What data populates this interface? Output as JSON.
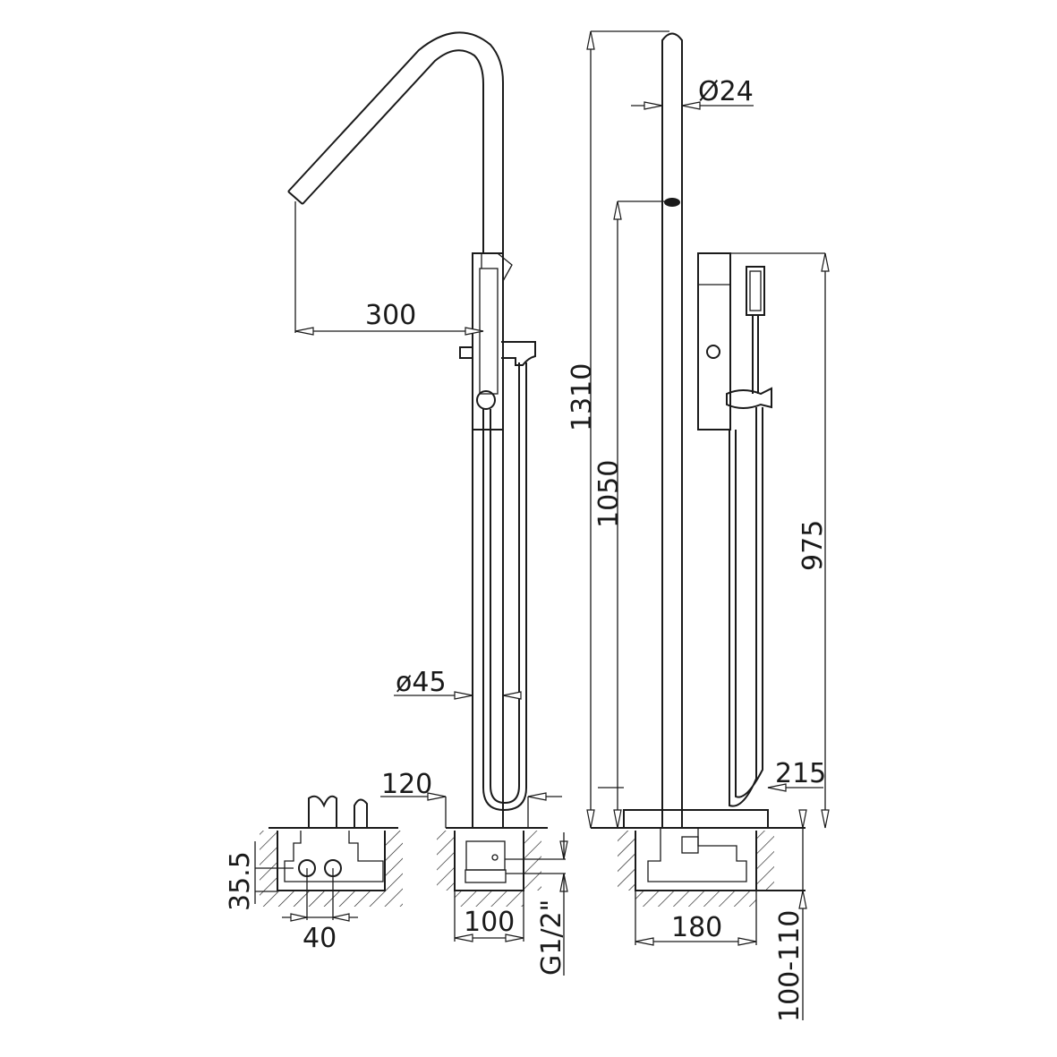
{
  "drawing": {
    "colors": {
      "line": "#1a1a1a",
      "background": "#ffffff"
    },
    "dimensions": {
      "spout_reach": "300",
      "total_height": "1310",
      "spout_height": "1050",
      "pipe_diameter": "Ø24",
      "hand_shower_height": "975",
      "column_diameter": "ø45",
      "hose_offset": "120",
      "hand_shower_offset": "215",
      "inlet_height": "35.5",
      "inlet_spacing": "40",
      "box_width_side": "100",
      "thread": "G1/2\"",
      "box_width_front": "180",
      "box_depth": "100-110"
    }
  }
}
